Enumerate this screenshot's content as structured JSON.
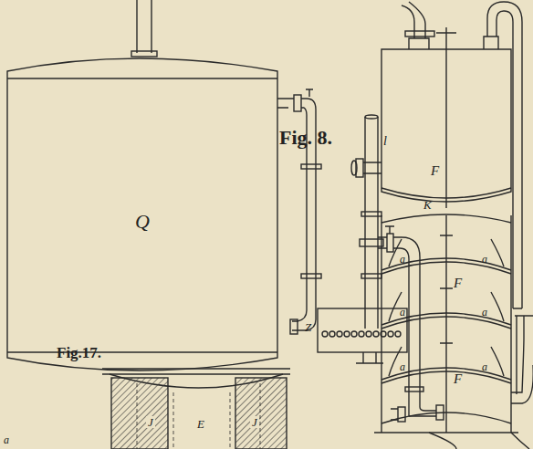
{
  "diagram": {
    "labels": [
      "Fig. 8.",
      "Q",
      "l",
      "Z",
      "K",
      "F",
      "F",
      "F",
      "a",
      "a",
      "a",
      "a",
      "a",
      "a",
      "Fig.17.",
      "J",
      "E",
      "J",
      "a"
    ]
  }
}
